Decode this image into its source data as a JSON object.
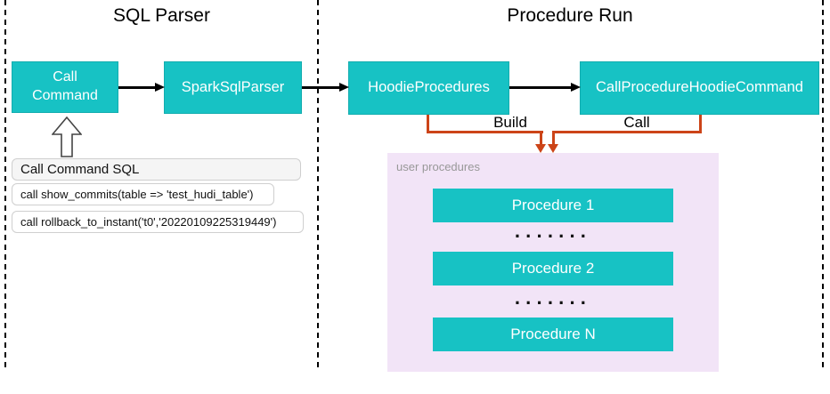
{
  "diagram": {
    "sections": [
      {
        "title": "SQL Parser"
      },
      {
        "title": "Procedure Run"
      }
    ],
    "nodes": {
      "call_command": "Call\nCommand",
      "spark_sql_parser": "SparkSqlParser",
      "hoodie_procedures": "HoodieProcedures",
      "call_procedure_hoodie_command": "CallProcedureHoodieCommand"
    },
    "edges": {
      "build_label": "Build",
      "call_label": "Call"
    },
    "sql_panel": {
      "header": "Call Command SQL",
      "rows": [
        "call show_commits(table => 'test_hudi_table')",
        "call rollback_to_instant('t0','20220109225319449')"
      ]
    },
    "user_procedures": {
      "label": "user procedures",
      "items": [
        "Procedure 1",
        "Procedure 2",
        "Procedure N"
      ],
      "ellipsis": "·······"
    },
    "colors": {
      "teal": "#17c2c4",
      "orange": "#cc4418",
      "pink": "#f2e4f7"
    }
  }
}
